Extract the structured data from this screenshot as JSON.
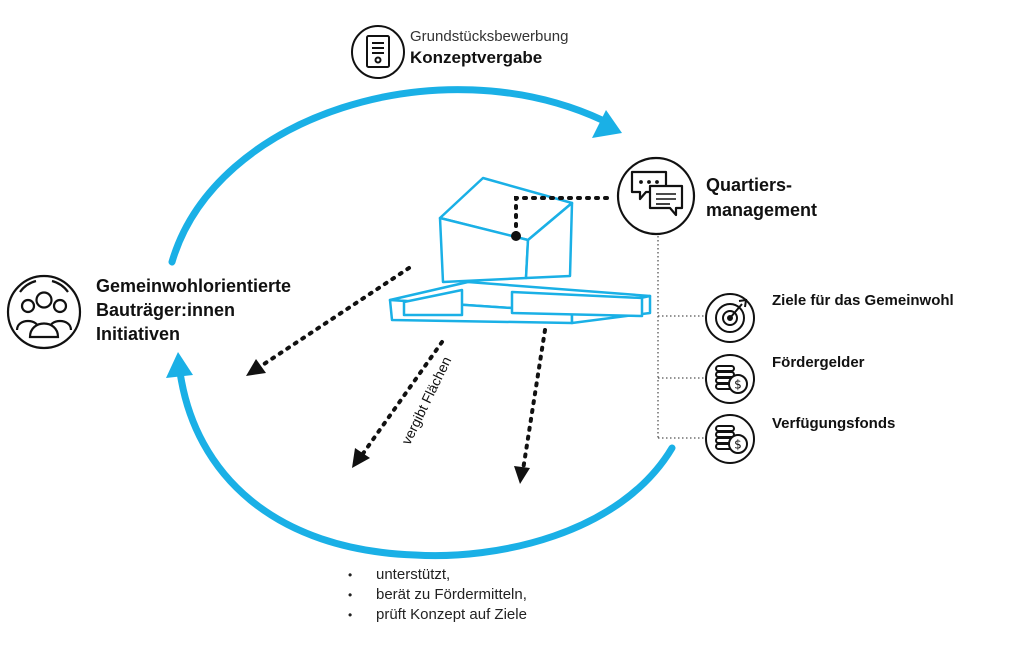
{
  "colors": {
    "accent": "#1ab0e6",
    "line": "#111111"
  },
  "concept": {
    "subtitle": "Grundstücksbewerbung",
    "title": "Konzeptvergabe",
    "icon": "document-icon"
  },
  "quartiersmanagement": {
    "line1": "Quartiers-",
    "line2": "management",
    "icon": "chat-bubbles-icon"
  },
  "bautraeger": {
    "line1": "Gemeinwohlorientierte",
    "line2": "Bauträger:innen",
    "line3": "Initiativen",
    "icon": "group-people-icon"
  },
  "items": [
    {
      "label": "Ziele für das Gemeinwohl",
      "icon": "target-icon"
    },
    {
      "label": "Fördergelder",
      "icon": "coins-icon"
    },
    {
      "label": "Verfügungsfonds",
      "icon": "coins-icon"
    }
  ],
  "arrow_label": "vergibt Flächen",
  "bullets": [
    "unterstützt,",
    "berät zu Fördermitteln,",
    "prüft Konzept auf Ziele"
  ]
}
